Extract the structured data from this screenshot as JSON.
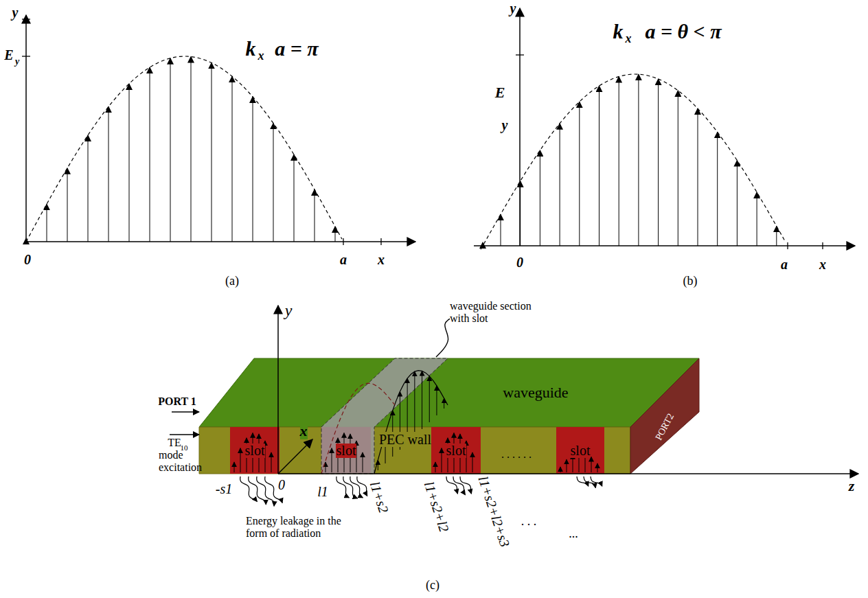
{
  "diagram": {
    "nodes": [
      {
        "text": [
          "slot"
        ]
      },
      {
        "text": [
          "slot"
        ]
      },
      {
        "text": [
          "slot"
        ]
      },
      {
        "text": [
          "slot"
        ]
      }
    ],
    "labels": [
      "y",
      "E",
      "y",
      "k",
      "x",
      "a = π",
      "0",
      "a",
      "x",
      "(a)",
      "y",
      "E",
      "y",
      "k",
      "x",
      "a = θ < π",
      "0",
      "a",
      "x",
      "(b)",
      "y",
      "x",
      "z",
      "PORT 1",
      "TE",
      "10",
      "mode excitation",
      "-s1",
      "0",
      "l1",
      "l1+s2",
      "l1+s2+l2",
      "l1+s2+l2+s3",
      ". . .",
      "...",
      "Energy leakage in the form of radiation",
      "waveguide section with slot",
      "waveguide",
      "PEC wall",
      ". . . . . .",
      "PORT2",
      "(c)"
    ]
  }
}
